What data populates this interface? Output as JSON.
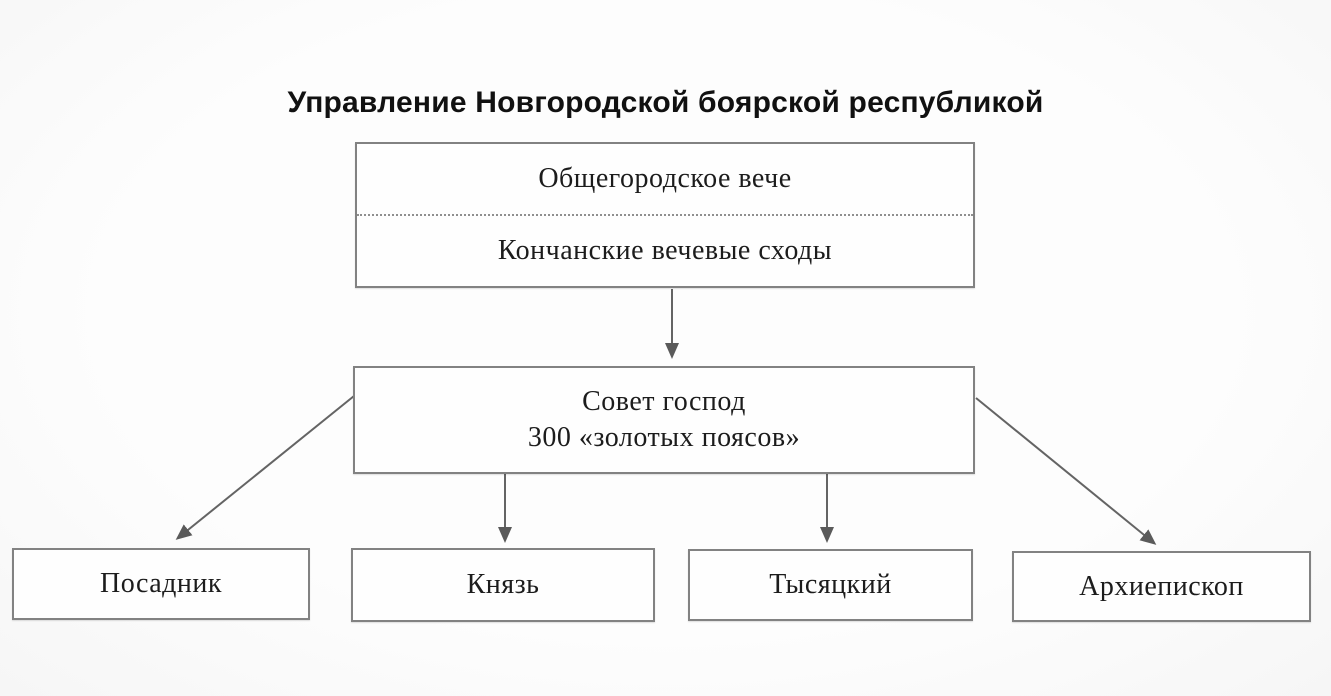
{
  "title": "Управление Новгородской боярской республикой",
  "diagram": {
    "veche_box": {
      "upper_label": "Общегородское вече",
      "lower_label": "Кончанские вечевые сходы"
    },
    "council_box": {
      "line1": "Совет господ",
      "line2": "300 «золотых поясов»"
    },
    "officials": [
      {
        "label": "Посадник"
      },
      {
        "label": "Князь"
      },
      {
        "label": "Тысяцкий"
      },
      {
        "label": "Архиепископ"
      }
    ],
    "colors": {
      "line": "#646464",
      "arrowhead": "#5a5a5a",
      "border": "#828282",
      "text": "#1c1c1c",
      "background": "#fbfbfb"
    }
  }
}
